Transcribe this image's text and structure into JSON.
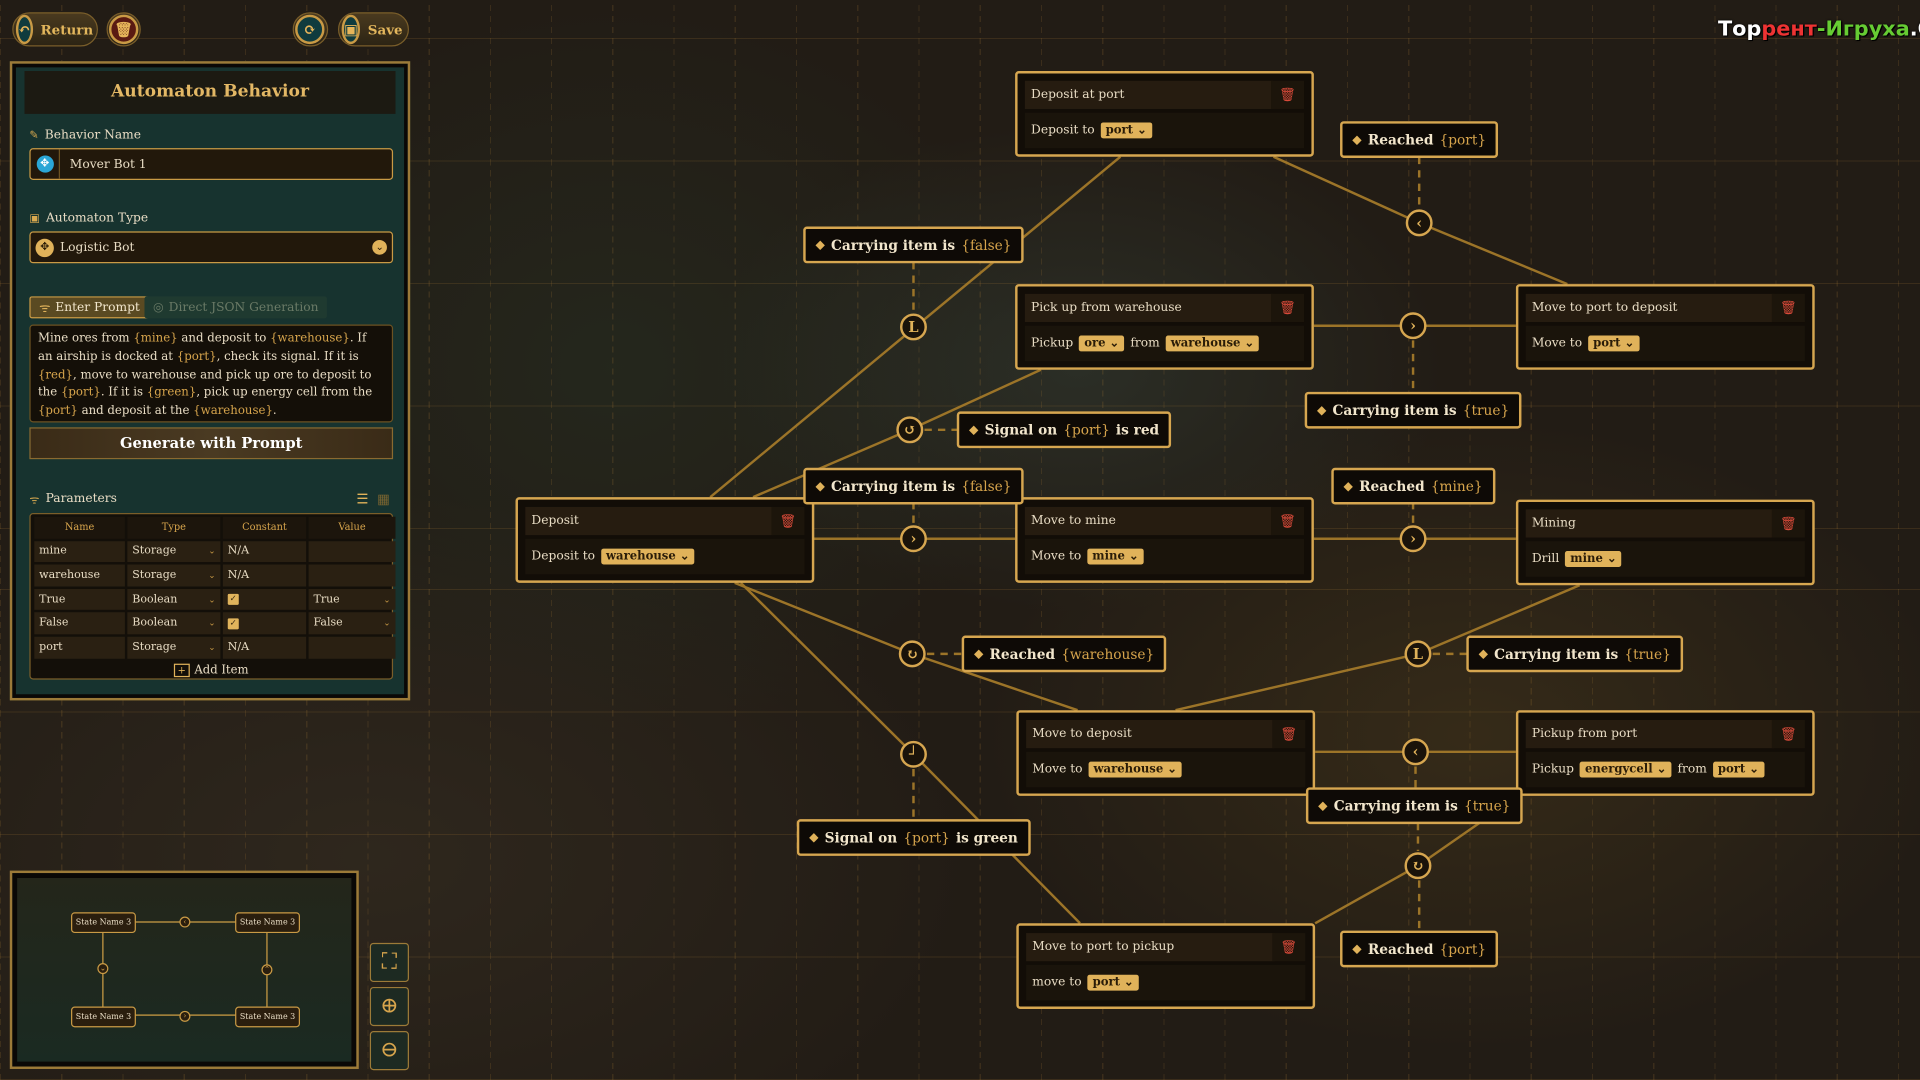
{
  "toolbar": {
    "return_label": "Return",
    "save_label": "Save"
  },
  "logo": {
    "part1": "Тор",
    "part2": "рент",
    "part3": "-Игруха",
    "part4": ".Орг"
  },
  "panel": {
    "title": "Automaton Behavior",
    "behavior_name_label": "Behavior Name",
    "behavior_name_value": "Mover Bot 1",
    "automaton_type_label": "Automaton Type",
    "automaton_type_value": "Logistic Bot",
    "tabs": [
      {
        "label": "Enter Prompt",
        "active": true
      },
      {
        "label": "Direct JSON Generation",
        "active": false
      }
    ],
    "prompt": [
      {
        "t": "Mine ores from "
      },
      {
        "t": "{mine}",
        "v": true
      },
      {
        "t": " and deposit to "
      },
      {
        "t": "{warehouse}",
        "v": true
      },
      {
        "t": ". If an airship is docked at "
      },
      {
        "t": "{port}",
        "v": true
      },
      {
        "t": ", check its signal. If it is "
      },
      {
        "t": "{red}",
        "v": true
      },
      {
        "t": ", move to warehouse and pick up ore to deposit to the "
      },
      {
        "t": "{port}",
        "v": true
      },
      {
        "t": ". If it is "
      },
      {
        "t": "{green}",
        "v": true
      },
      {
        "t": ", pick up energy cell from the "
      },
      {
        "t": "{port}",
        "v": true
      },
      {
        "t": " and deposit at the "
      },
      {
        "t": "{warehouse}",
        "v": true
      },
      {
        "t": "."
      }
    ],
    "generate_label": "Generate with Prompt",
    "parameters_label": "Parameters",
    "columns": [
      "Name",
      "Type",
      "Constant",
      "Value"
    ],
    "rows": [
      {
        "name": "mine",
        "type": "Storage",
        "constant": "N/A",
        "value": ""
      },
      {
        "name": "warehouse",
        "type": "Storage",
        "constant": "N/A",
        "value": ""
      },
      {
        "name": "True",
        "type": "Boolean",
        "constant": true,
        "value": "True"
      },
      {
        "name": "False",
        "type": "Boolean",
        "constant": true,
        "value": "False"
      },
      {
        "name": "port",
        "type": "Storage",
        "constant": "N/A",
        "value": ""
      }
    ],
    "add_item_label": "Add Item"
  },
  "nodes": [
    {
      "title": "Deposit at port",
      "body": [
        {
          "t": "Deposit to"
        },
        {
          "c": "port"
        }
      ]
    },
    {
      "title": "Pick up from warehouse",
      "body": [
        {
          "t": "Pickup"
        },
        {
          "c": "ore"
        },
        {
          "t": "from"
        },
        {
          "c": "warehouse"
        }
      ]
    },
    {
      "title": "Move to port to deposit",
      "body": [
        {
          "t": "Move to"
        },
        {
          "c": "port"
        }
      ]
    },
    {
      "title": "Deposit",
      "body": [
        {
          "t": "Deposit to"
        },
        {
          "c": "warehouse"
        }
      ]
    },
    {
      "title": "Move to mine",
      "body": [
        {
          "t": "Move to"
        },
        {
          "c": "mine"
        }
      ]
    },
    {
      "title": "Mining",
      "body": [
        {
          "t": "Drill"
        },
        {
          "c": "mine"
        }
      ]
    },
    {
      "title": "Move to deposit",
      "body": [
        {
          "t": "Move to"
        },
        {
          "c": "warehouse"
        }
      ]
    },
    {
      "title": "Pickup from port",
      "body": [
        {
          "t": "Pickup"
        },
        {
          "c": "energycell"
        },
        {
          "t": "from"
        },
        {
          "c": "port"
        }
      ]
    },
    {
      "title": "Move to port to pickup",
      "body": [
        {
          "t": "move to"
        },
        {
          "c": "port"
        }
      ]
    }
  ],
  "conditions": [
    {
      "label": "Reached",
      "var": "{port}"
    },
    {
      "label": "Carrying item is",
      "var": "{false}"
    },
    {
      "label": "Carrying item is",
      "var": "{true}"
    },
    {
      "label": "Signal on",
      "var": "{port}",
      "suffix": "is red"
    },
    {
      "label": "Carrying item is",
      "var": "{false}"
    },
    {
      "label": "Reached",
      "var": "{mine}"
    },
    {
      "label": "Reached",
      "var": "{warehouse}"
    },
    {
      "label": "Carrying item is",
      "var": "{true}"
    },
    {
      "label": "Signal on",
      "var": "{port}",
      "suffix": "is green"
    },
    {
      "label": "Carrying item is",
      "var": "{true}"
    },
    {
      "label": "Reached",
      "var": "{port}"
    }
  ],
  "minimap": {
    "states": [
      "State Name 3",
      "State Name 3",
      "State Name 3",
      "State Name 3"
    ]
  }
}
